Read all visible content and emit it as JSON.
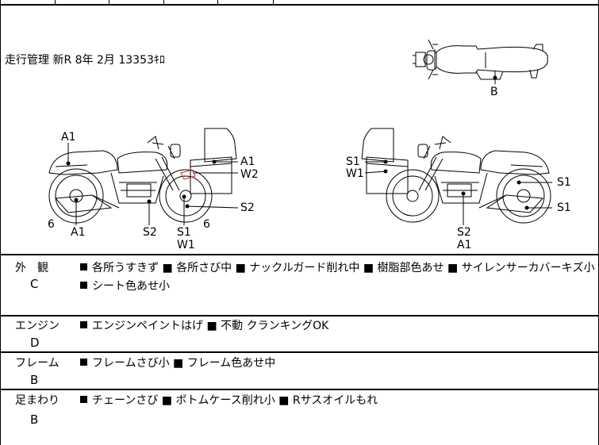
{
  "header": {
    "mileage_note": "走行管理 新R  8年  2月  13353ｷﾛ"
  },
  "diagram_labels": {
    "top_view": {
      "b": "B"
    },
    "left_side": {
      "a1_rear": "A1",
      "a1_box": "A1",
      "w2": "W2",
      "s2_right": "S2",
      "six_right": "6",
      "six_left": "6",
      "a1_bottom": "A1",
      "s2_bottom": "S2",
      "s1_bottom": "S1",
      "w1_bottom": "W1"
    },
    "right_side": {
      "s1_box": "S1",
      "w1_box": "W1",
      "s1_upper": "S1",
      "s1_lower": "S1",
      "s2_bottom": "S2",
      "a1_bottom": "A1"
    }
  },
  "condition_rows": [
    {
      "label": "外　観",
      "grade": "C",
      "lines": [
        "各所うすきず ■ 各所さび中 ■ ナックルガード削れ中 ■ 樹脂部色あせ ■ サイレンサーカバーキズ小",
        "シート色あせ小"
      ]
    },
    {
      "label": "エンジン",
      "grade": "D",
      "lines": [
        "エンジンペイントはげ ■ 不動 クランキングOK"
      ]
    },
    {
      "label": "フレーム",
      "grade": "B",
      "lines": [
        "フレームさび小 ■ フレーム色あせ中"
      ]
    },
    {
      "label": "足まわり",
      "grade": "B",
      "lines": [
        "チェーンさび ■ ボトムケース削れ小 ■ Rサスオイルもれ"
      ]
    }
  ]
}
